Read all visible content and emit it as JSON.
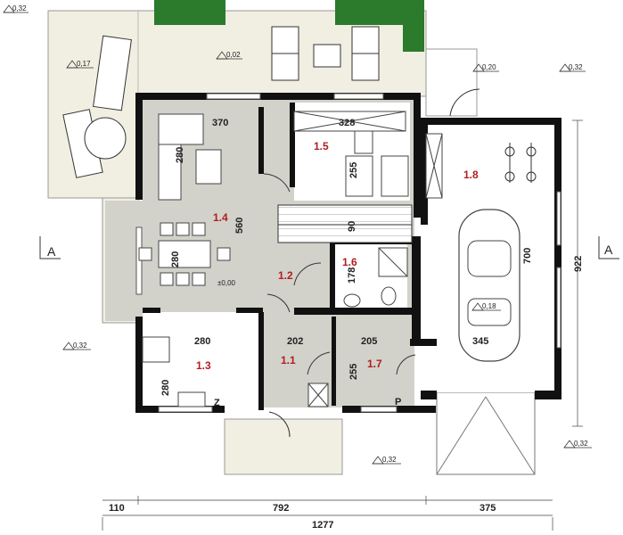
{
  "colors": {
    "wall": "#111111",
    "floor_grey": "#d2d2cb",
    "terrace": "#f0efe1",
    "white": "#ffffff",
    "room_label": "#b21e1e",
    "plant": "#2c7a2c"
  },
  "rooms": [
    {
      "id": "1.1",
      "label": "1.1"
    },
    {
      "id": "1.2",
      "label": "1.2"
    },
    {
      "id": "1.3",
      "label": "1.3"
    },
    {
      "id": "1.4",
      "label": "1.4"
    },
    {
      "id": "1.5",
      "label": "1.5"
    },
    {
      "id": "1.6",
      "label": "1.6"
    },
    {
      "id": "1.7",
      "label": "1.7"
    },
    {
      "id": "1.8",
      "label": "1.8"
    }
  ],
  "room_dimensions": {
    "d370": "370",
    "d328": "328",
    "d280_sofa": "280",
    "d560": "560",
    "d255_top": "255",
    "d280_dining": "280",
    "d90": "90",
    "d178": "178",
    "d700": "700",
    "d345": "345",
    "d280_kitchen": "280",
    "d202": "202",
    "d205": "205",
    "d255_bottom": "255",
    "d280_side": "280"
  },
  "level_marks": {
    "top_left": "0,32",
    "terrace_left": "0,17",
    "terrace_mid": "0,02",
    "entry_garage": "0,20",
    "top_right": "0,32",
    "floor": "±0,00",
    "garage_floor": "0,18",
    "left_mid": "0,32",
    "bottom_right": "0,32",
    "bottom_entry": "0,32"
  },
  "section_marks": {
    "left": "A",
    "right": "A"
  },
  "overall_dimensions": {
    "height_right": "922",
    "segments": [
      "110",
      "792",
      "375"
    ],
    "total": "1277"
  },
  "symbols": {
    "fridge": "Z",
    "pantry": "P"
  }
}
